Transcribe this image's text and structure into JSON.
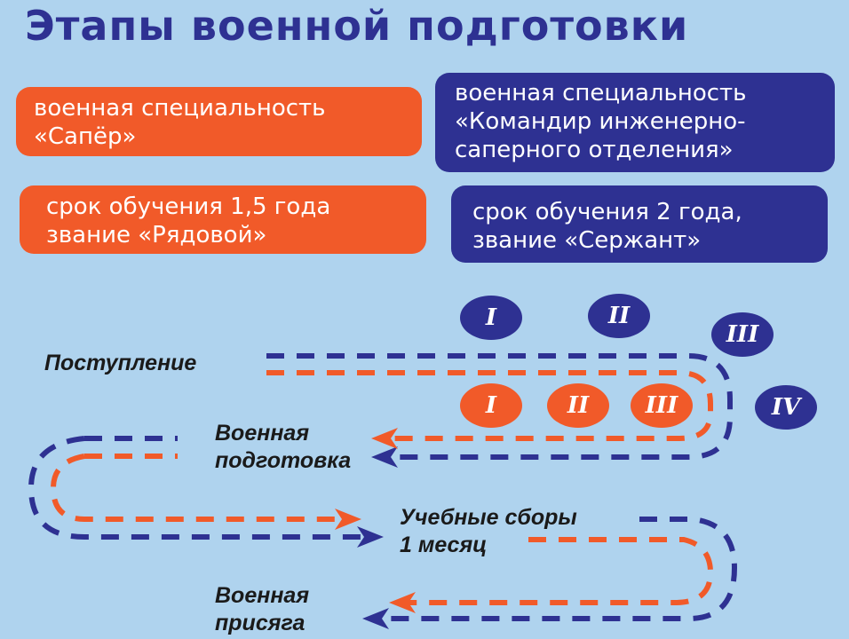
{
  "title": "Этапы военной подготовки",
  "colors": {
    "background": "#AFD3EE",
    "orange": "#F15A29",
    "navy": "#2E3192"
  },
  "boxes": {
    "private_specialty": "военная специальность\n«Сапёр»",
    "sergeant_specialty": "военная специальность\n«Командир инженерно-\nсаперного отделения»",
    "private_term": "срок обучения 1,5 года\nзвание «Рядовой»",
    "sergeant_term": "срок обучения 2 года,\nзвание «Сержант»"
  },
  "navy_stages": [
    "I",
    "II",
    "III",
    "IV"
  ],
  "orange_stages": [
    "I",
    "II",
    "III"
  ],
  "labels": {
    "admission": "Поступление",
    "military_training": "Военная\nподготовка",
    "training_camp": "Учебные сборы\n1 месяц",
    "oath": "Военная\nприсяга"
  }
}
